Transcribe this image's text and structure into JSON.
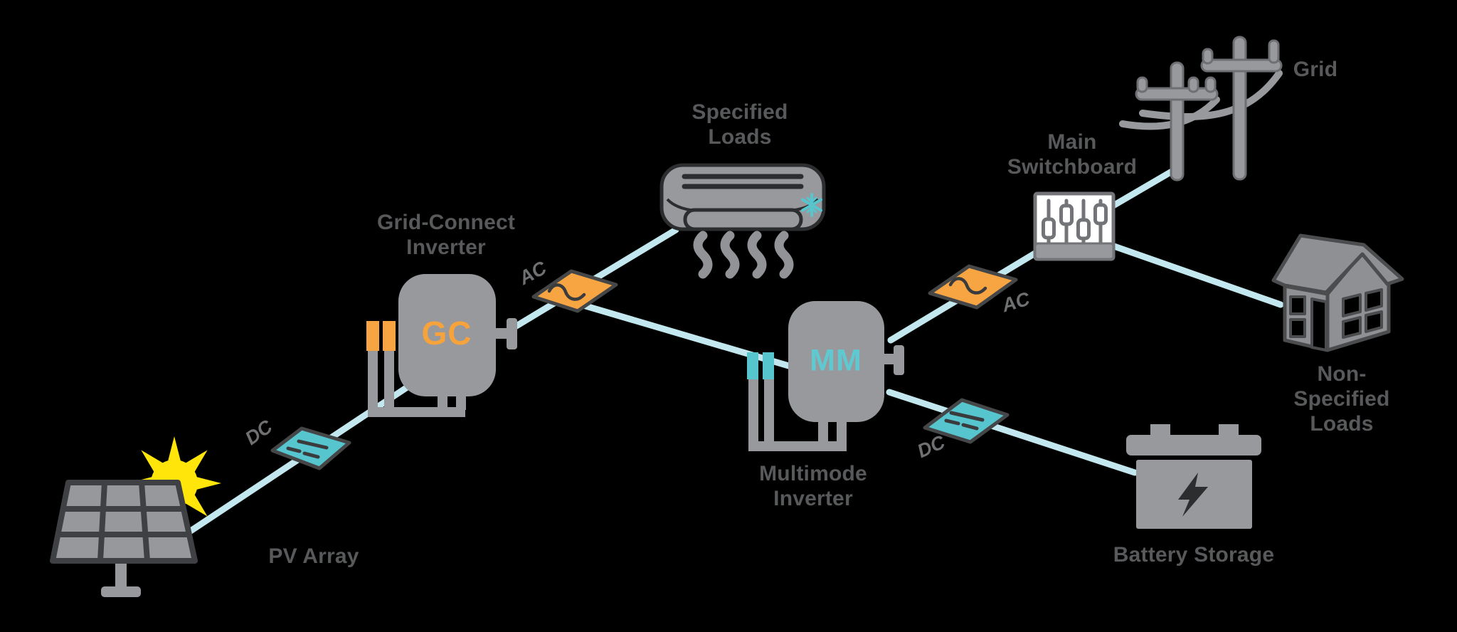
{
  "diagram": {
    "background": "#000000",
    "colors": {
      "connection_line": "#c2e7ee",
      "teal_dc": "#56c5ce",
      "orange_ac": "#f7a543",
      "icon_gray": "#98999c",
      "label_gray": "#58595b",
      "wire_label_gray": "#6f7072",
      "sun_yellow": "#ffe50a",
      "switchboard_white": "#ffffff"
    },
    "nodes": {
      "pv_array": {
        "label": "PV Array"
      },
      "grid_connect_inverter": {
        "label": "Grid-Connect\nInverter",
        "abbrev": "GC"
      },
      "specified_loads": {
        "label": "Specified\nLoads"
      },
      "multimode_inverter": {
        "label": "Multimode\nInverter",
        "abbrev": "MM"
      },
      "main_switchboard": {
        "label": "Main\nSwitchboard"
      },
      "grid": {
        "label": "Grid"
      },
      "non_specified_loads": {
        "label": "Non-Specified\nLoads"
      },
      "battery_storage": {
        "label": "Battery Storage"
      }
    },
    "connection_labels": {
      "pv_to_gc": "DC",
      "gc_to_loads": "AC",
      "mm_to_switchboard": "AC",
      "mm_to_battery": "DC"
    }
  }
}
